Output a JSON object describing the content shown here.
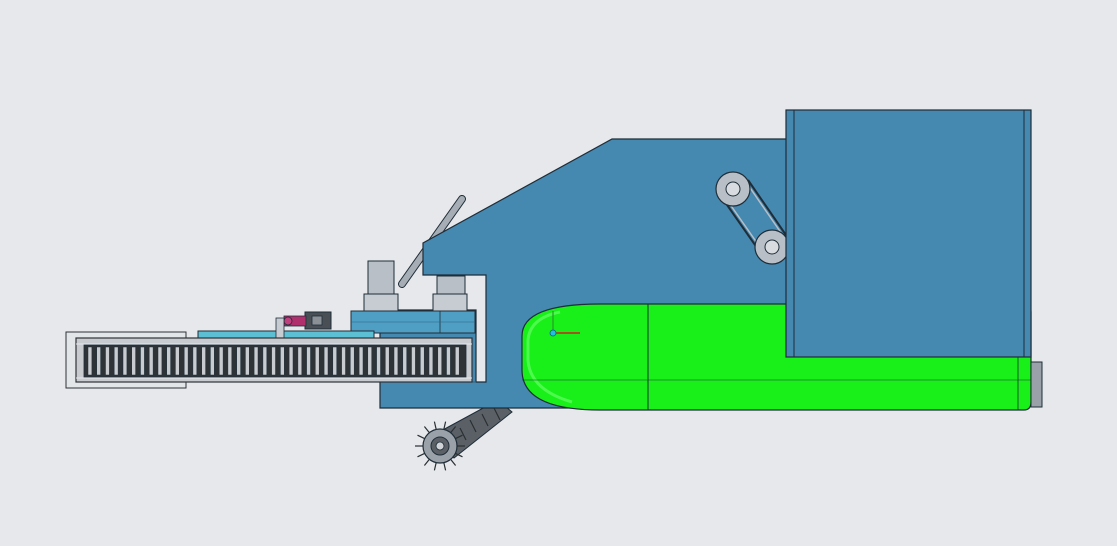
{
  "scene": {
    "background": "#e6e8ec",
    "colors": {
      "body_blue": "#4588b0",
      "body_blue_dark": "#3a7aa2",
      "outline": "#1f2d38",
      "tank_green": "#19ef19",
      "tank_green_dark": "#10c810",
      "steel_gray": "#b8bfc6",
      "steel_dark": "#5a6066",
      "rail_cyan": "#5cbfd3",
      "connector_magenta": "#b0306d",
      "track_dark": "#2e3338",
      "track_light": "#c8ccd0"
    },
    "components": [
      {
        "name": "main-frame",
        "icon": "frame-plate"
      },
      {
        "name": "hopper-box",
        "icon": "box"
      },
      {
        "name": "fuel-tank",
        "icon": "capsule"
      },
      {
        "name": "belt-pulleys",
        "icon": "pulley"
      },
      {
        "name": "conveyor-chain",
        "icon": "chain-track"
      },
      {
        "name": "spiked-wheel-arm",
        "icon": "spiked-wheel"
      },
      {
        "name": "cylinders",
        "icon": "hydraulic-cylinder"
      },
      {
        "name": "angled-rod",
        "icon": "rod"
      },
      {
        "name": "hose-connector",
        "icon": "connector"
      },
      {
        "name": "origin-triad",
        "icon": "axis-triad"
      }
    ],
    "chain_links": 43
  }
}
